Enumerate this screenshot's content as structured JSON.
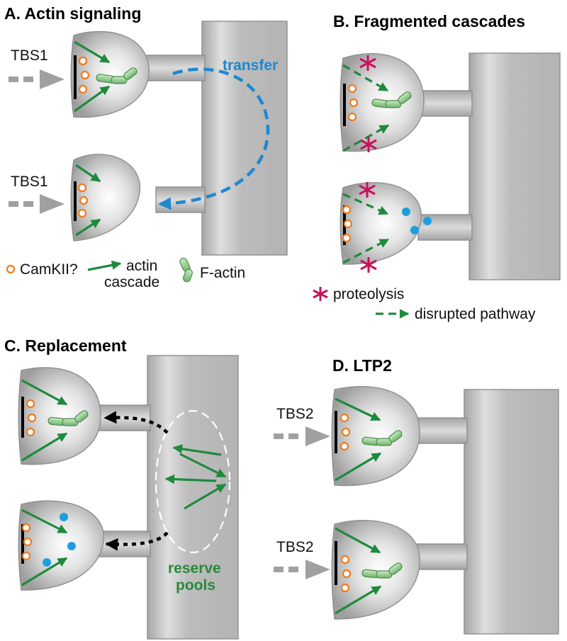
{
  "colors": {
    "cascade_green": "#1e8a3c",
    "transfer_blue": "#1e88d0",
    "camkii_orange": "#f07a1a",
    "proteolysis_magenta": "#c8125a",
    "tbs_arrow_gray": "#a0a0a0",
    "fill_gray": "#b8b8b8"
  },
  "panels": {
    "a": {
      "title": "A. Actin signaling",
      "stim_labels": [
        "TBS1",
        "TBS1"
      ],
      "transfer_label": "transfer",
      "legend": {
        "camkii": "CamKII?",
        "actin_cascade_line1": "actin",
        "actin_cascade_line2": "cascade",
        "factin": "F-actin"
      }
    },
    "b": {
      "title": "B. Fragmented cascades",
      "legend": {
        "proteolysis": "proteolysis",
        "disrupted": "disrupted pathway"
      }
    },
    "c": {
      "title": "C. Replacement",
      "reserve_line1": "reserve",
      "reserve_line2": "pools"
    },
    "d": {
      "title": "D. LTP2",
      "stim_labels": [
        "TBS2",
        "TBS2"
      ]
    }
  },
  "icons": [
    "camkii-circle-icon",
    "green-arrow-icon",
    "f-actin-icon",
    "proteolysis-star-icon",
    "blue-dot-icon",
    "tbs-arrow-icon"
  ]
}
